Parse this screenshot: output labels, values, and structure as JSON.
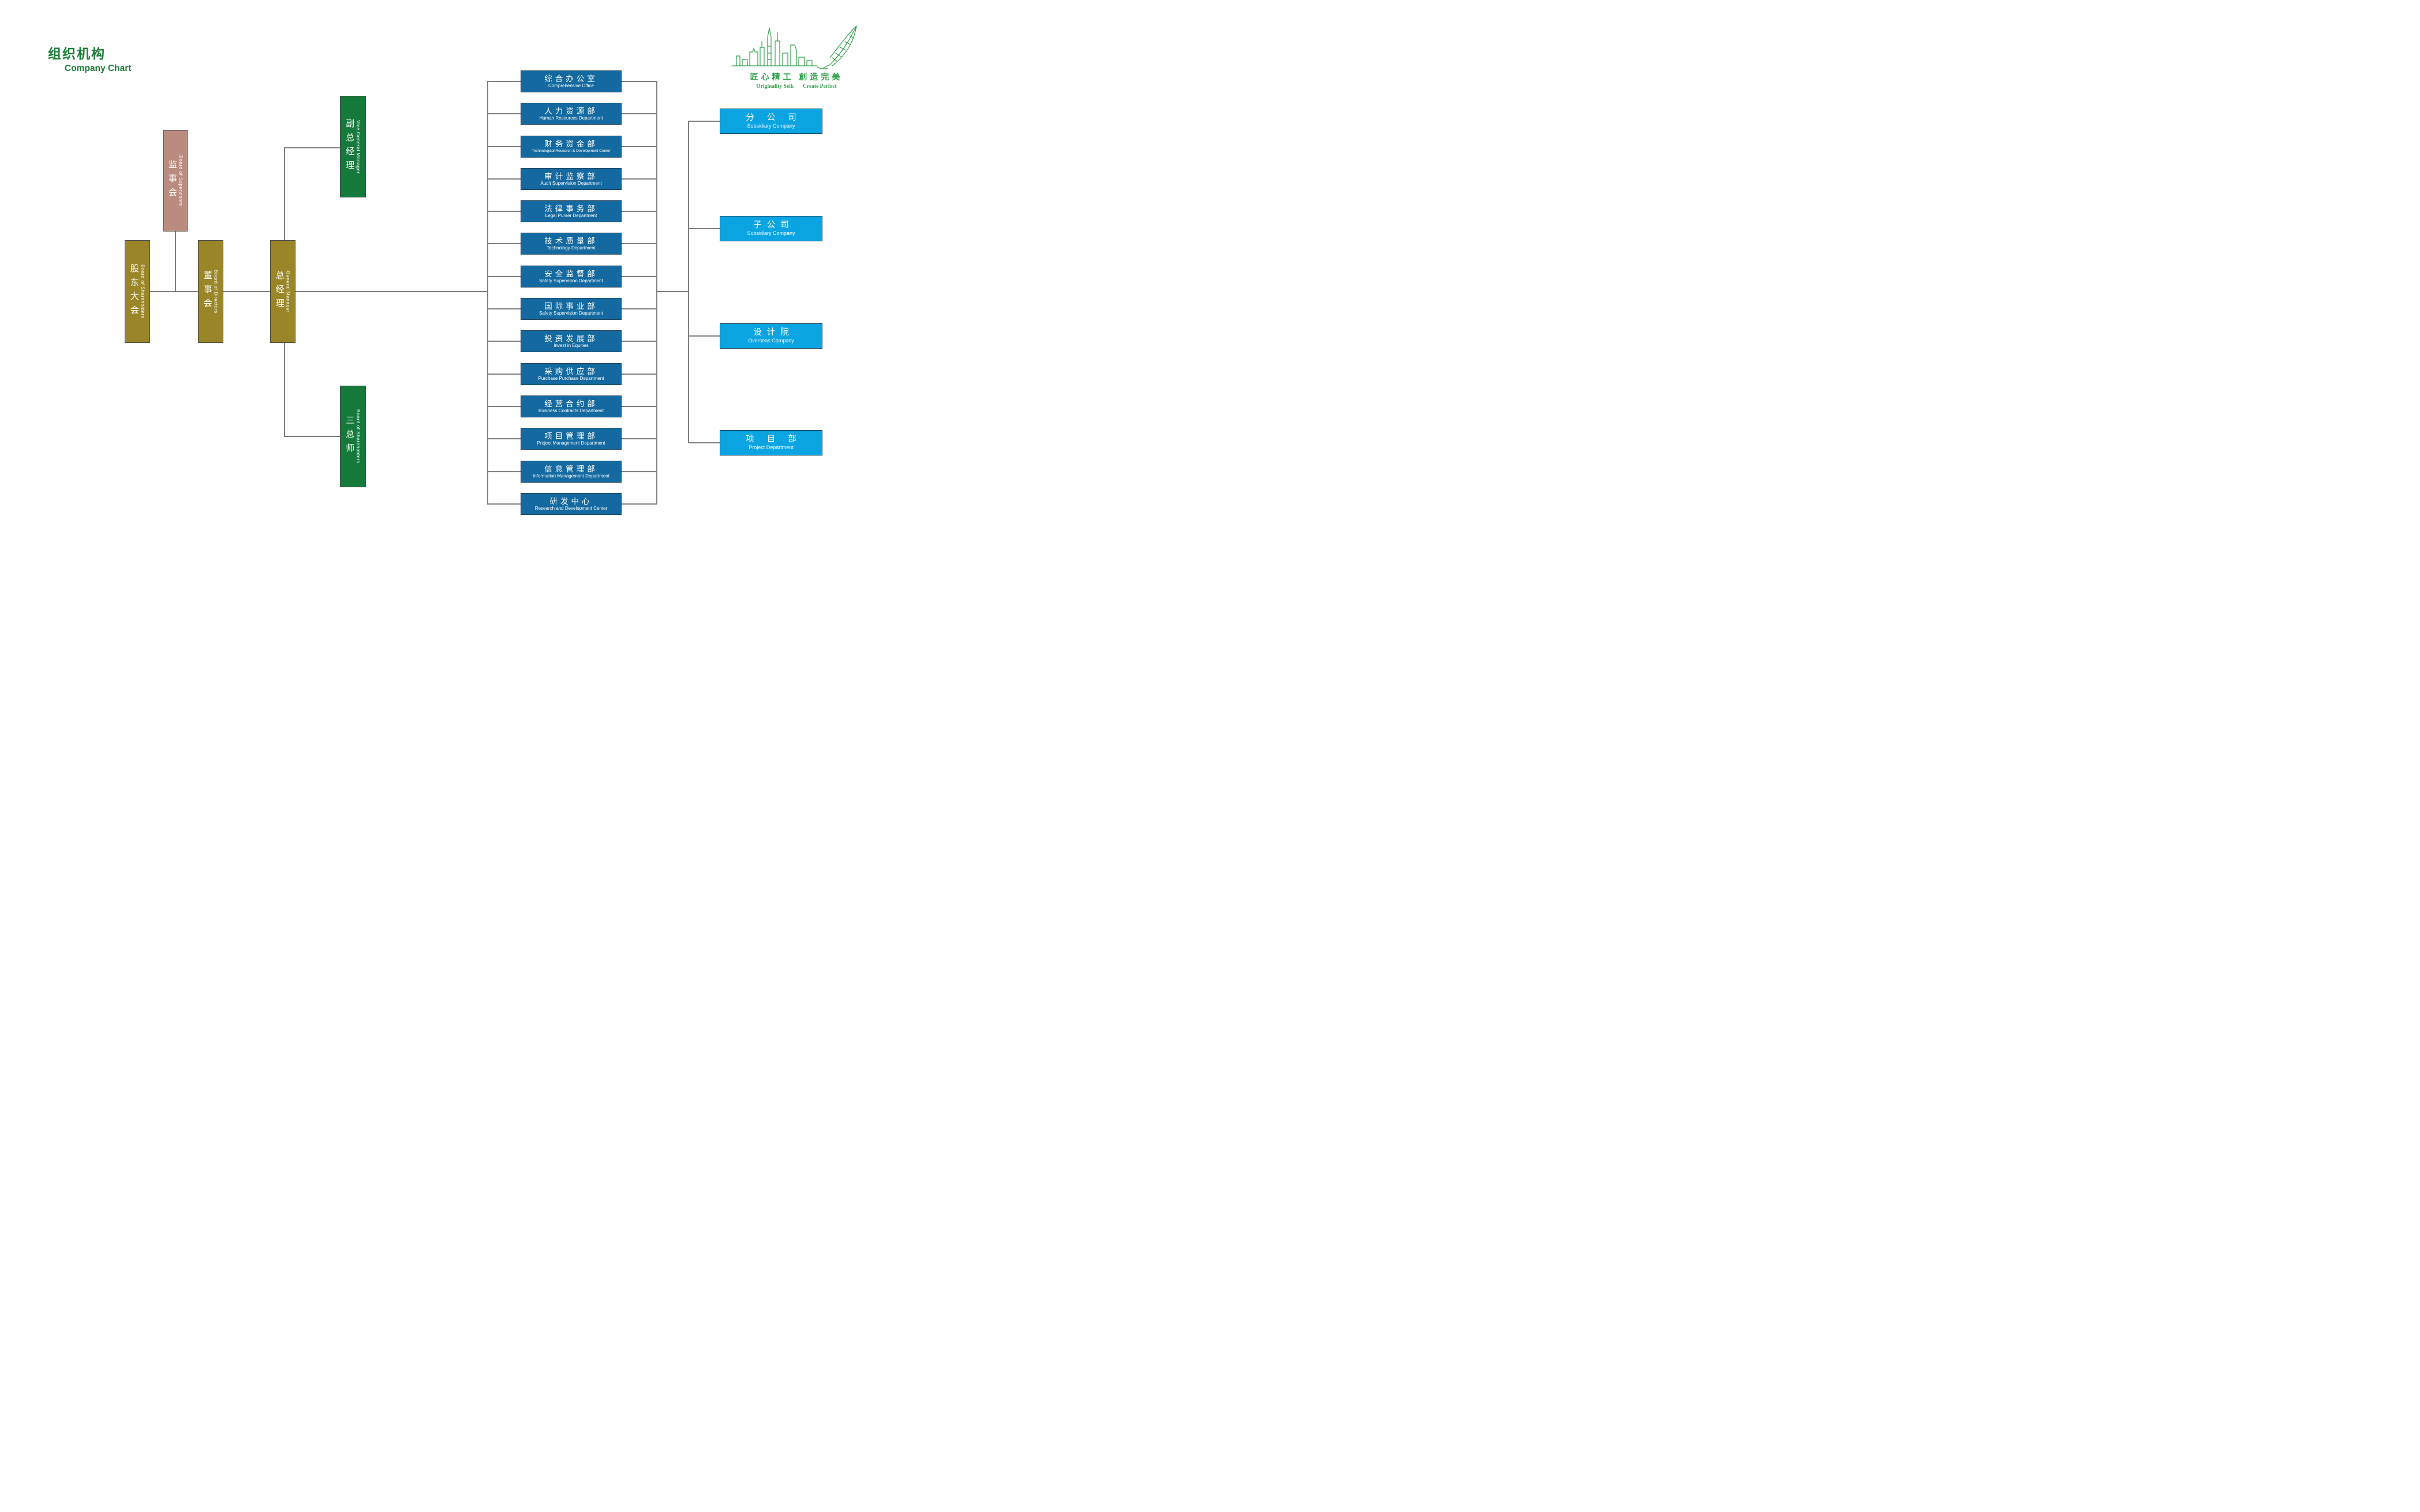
{
  "page": {
    "title_cn": "组织机构",
    "title_en": "Company Chart"
  },
  "logo": {
    "slogan_cn": "匠心精工 創造完美",
    "slogan_en_left": "Originality Seik",
    "slogan_en_right": "Create Perfect"
  },
  "governance": [
    {
      "cn": "股东大会",
      "en": "Board of Shareholders"
    },
    {
      "cn": "监事会",
      "en": "Board of Supervisors"
    },
    {
      "cn": "董事会",
      "en": "Board of Directors"
    },
    {
      "cn": "总经理",
      "en": "General Manager"
    },
    {
      "cn": "副总经理",
      "en": "Vice General Manager"
    },
    {
      "cn": "三总师",
      "en": "Board of Shareholders"
    }
  ],
  "departments": [
    {
      "cn": "综合办公室",
      "en": "Comprehensive Office"
    },
    {
      "cn": "人力资源部",
      "en": "Human Resources Department"
    },
    {
      "cn": "财务资金部",
      "en": "Technological Research & Development Center"
    },
    {
      "cn": "审计监察部",
      "en": "Audit Supervision Department"
    },
    {
      "cn": "法律事务部",
      "en": "Legal Purser Department"
    },
    {
      "cn": "技术质量部",
      "en": "Technology Department"
    },
    {
      "cn": "安全监督部",
      "en": "Safety Supervision Department"
    },
    {
      "cn": "国际事业部",
      "en": "Safety Supervision Department"
    },
    {
      "cn": "投资发展部",
      "en": "Invest in Equities"
    },
    {
      "cn": "采购供应部",
      "en": "Purchase Purchase Department"
    },
    {
      "cn": "经营合约部",
      "en": "Business Contracts Department"
    },
    {
      "cn": "项目管理部",
      "en": "Project Management Department"
    },
    {
      "cn": "信息管理部",
      "en": "Information Management Department"
    },
    {
      "cn": "研发中心",
      "en": "Research and Development Center"
    }
  ],
  "subsidiaries": [
    {
      "cn": "分 公 司",
      "en": "Subsidiary Company"
    },
    {
      "cn": "子公司",
      "en": "Subsidiary Company"
    },
    {
      "cn": "设计院",
      "en": "Overseas Company"
    },
    {
      "cn": "项 目 部",
      "en": "Project Department"
    }
  ],
  "colors": {
    "title_green": "#1e7e38",
    "logo_green": "#2f9e49",
    "department_blue": "#1369a0",
    "subsidiary_cyan": "#0ba4e2",
    "governance_olive": "#9a8628",
    "supervisors_mauve": "#b98c7f",
    "manager_green": "#16793c",
    "connector_gray": "#7f7f7f"
  }
}
